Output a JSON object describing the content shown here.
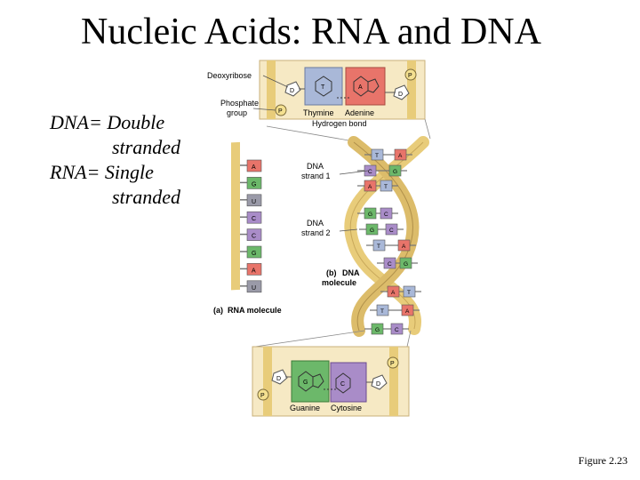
{
  "title": "Nucleic Acids: RNA and DNA",
  "bullets": {
    "line1": "DNA= Double",
    "line2": "stranded",
    "line3": "RNA= Single",
    "line4": "stranded"
  },
  "figure_caption": "Figure 2.23",
  "diagram": {
    "top_panel": {
      "label_deoxyribose": "Deoxyribose",
      "label_phosphate_1": "Phosphate",
      "label_phosphate_2": "group",
      "label_thymine": "Thymine",
      "label_adenine": "Adenine",
      "label_hydrogen_bond": "Hydrogen bond",
      "letter_P": "P",
      "letter_D": "D",
      "letter_T": "T",
      "letter_A": "A"
    },
    "rna": {
      "bases": [
        "A",
        "G",
        "U",
        "C",
        "C",
        "G",
        "A",
        "U"
      ],
      "label_prefix": "(a)",
      "label": "RNA molecule"
    },
    "dna": {
      "strand1_1": "DNA",
      "strand1_2": "strand 1",
      "strand2_1": "DNA",
      "strand2_2": "strand 2",
      "molecule_prefix": "(b)",
      "molecule_1": "DNA",
      "molecule_2": "molecule",
      "pairs": [
        [
          "T",
          "A"
        ],
        [
          "C",
          "G"
        ],
        [
          "A",
          "T"
        ],
        [
          "G",
          "C"
        ],
        [
          "G",
          "C"
        ],
        [
          "T",
          "A"
        ],
        [
          "C",
          "G"
        ],
        [
          "A",
          "T"
        ],
        [
          "T",
          "A"
        ],
        [
          "G",
          "C"
        ]
      ]
    },
    "bottom_panel": {
      "label_guanine": "Guanine",
      "label_cytosine": "Cytosine",
      "letter_P": "P",
      "letter_D": "D",
      "letter_G": "G",
      "letter_C": "C"
    },
    "colors": {
      "A": "#e8746a",
      "T": "#a9b8d8",
      "G": "#6cb86a",
      "C": "#a98cc8",
      "U": "#9a9aa8",
      "backbone": "#e8cc7a",
      "panel": "#f6e9c4"
    }
  }
}
